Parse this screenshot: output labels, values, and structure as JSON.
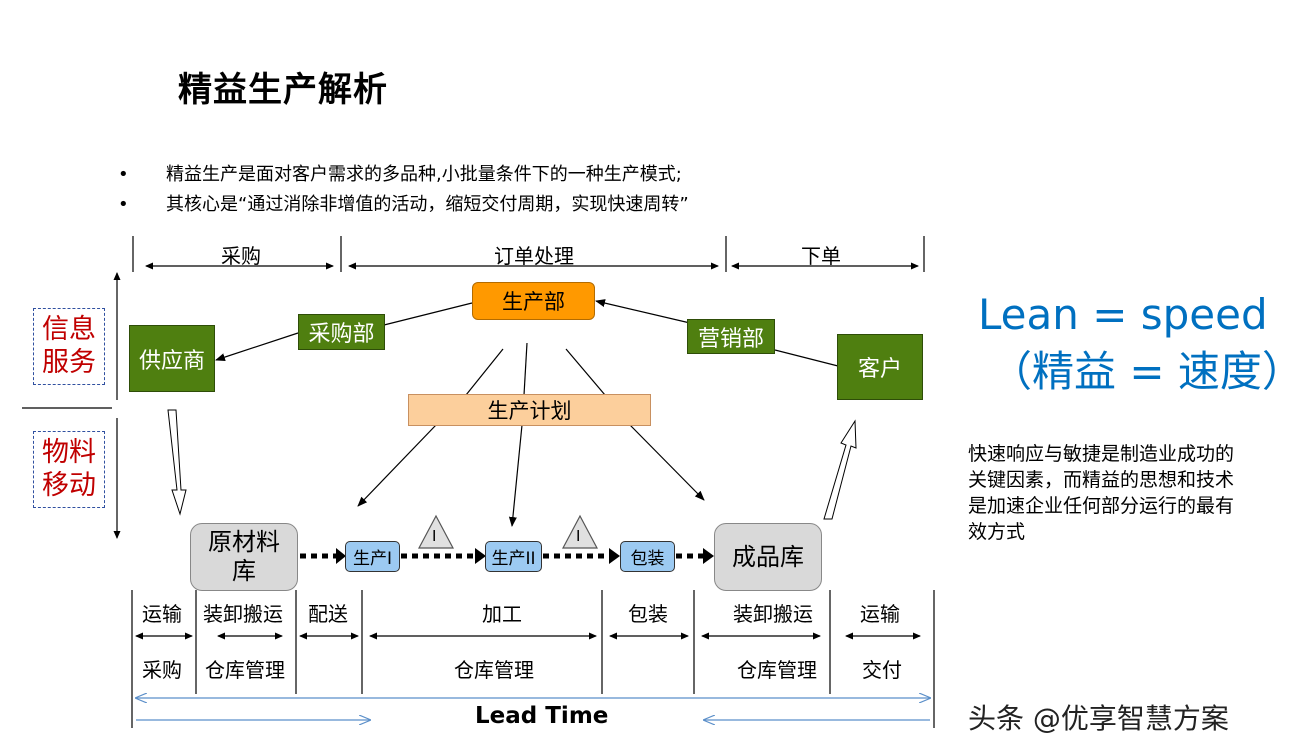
{
  "title": "精益生产解析",
  "bullets": [
    "精益生产是面对客户需求的多品种,小批量条件下的一种生产模式;",
    "其核心是“通过消除非增值的活动，缩短交付周期，实现快速周转”"
  ],
  "bullet_symbol": "•",
  "top_phases": [
    "采购",
    "订单处理",
    "下单"
  ],
  "side_labels": [
    "信息\n服务",
    "物料\n移动"
  ],
  "nodes": {
    "production_dept": "生产部",
    "purchasing_dept": "采购部",
    "marketing_dept": "营销部",
    "supplier": "供应商",
    "customer": "客户",
    "production_plan": "生产计划",
    "raw_store": "原材料\n库",
    "finished_store": "成品库",
    "prod1": "生产I",
    "prod2": "生产II",
    "packing": "包装",
    "inventory_mark": "I"
  },
  "stage_row1": [
    "运输",
    "装卸搬运",
    "配送",
    "加工",
    "包装",
    "装卸搬运",
    "运输"
  ],
  "stage_row2": [
    "采购",
    "仓库管理",
    "仓库管理",
    "仓库管理",
    "交付"
  ],
  "lead_time": "Lead Time",
  "lean_line1": "Lean = speed",
  "lean_line2": "（精益 = 速度）",
  "description": "快速响应与敏捷是制造业成功的关键因素，而精益的思想和技术是加速企业任何部分运行的最有效方式",
  "watermark": "头条 @优享智慧方案",
  "colors": {
    "green": "#4f7f10",
    "orange": "#ff9900",
    "peach": "#fccf9c",
    "gray": "#d9d9d9",
    "blue": "#9ccaf2",
    "red_text": "#c00000",
    "lean_blue": "#0070c0"
  }
}
